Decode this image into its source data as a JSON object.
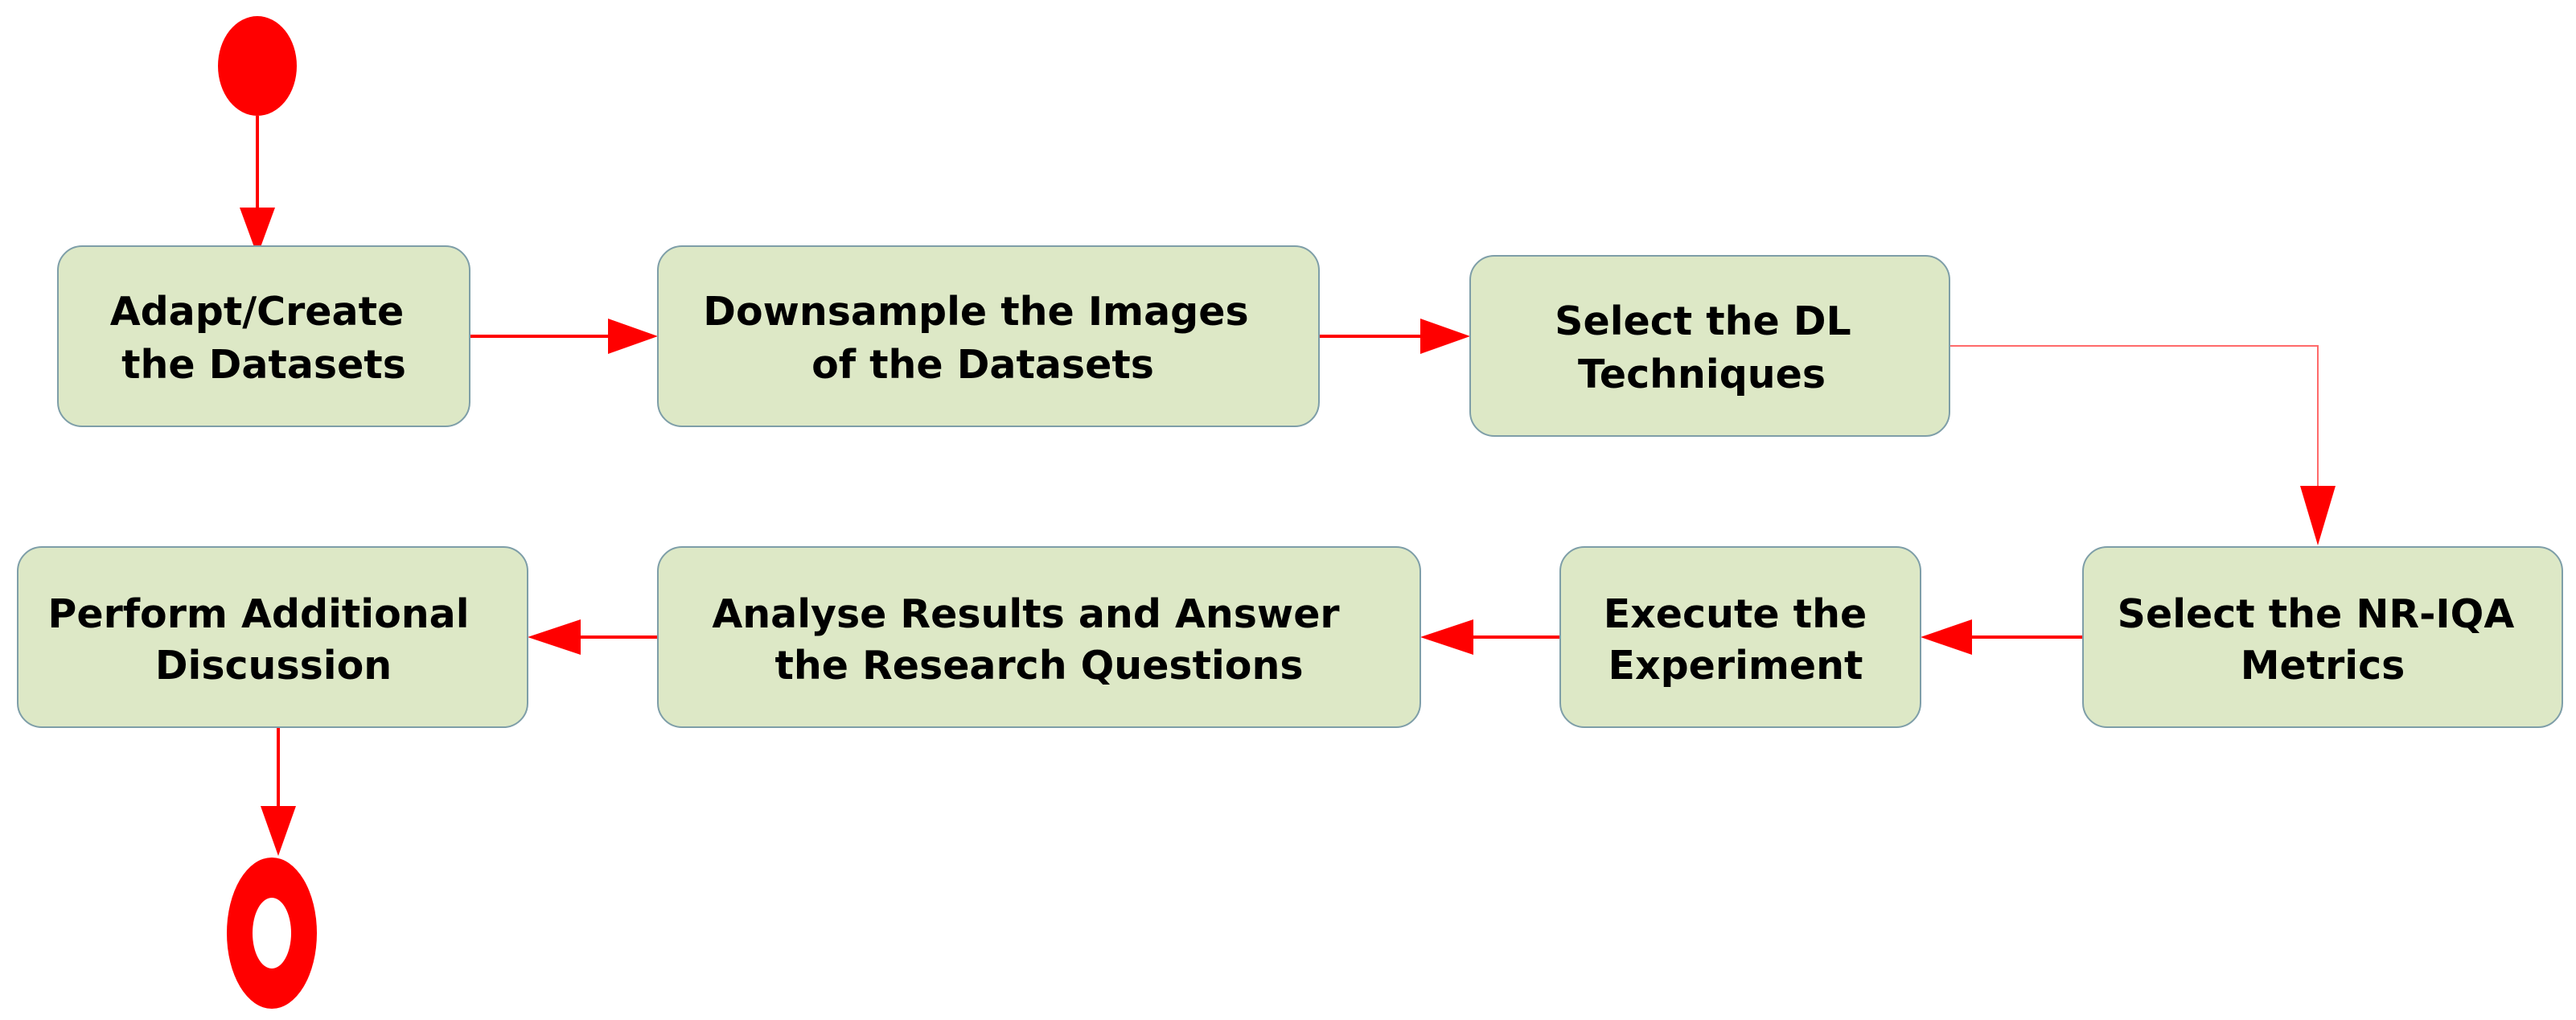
{
  "diagram": {
    "type": "activity",
    "colors": {
      "node_fill": "#dde8c6",
      "node_border": "#7e9ea8",
      "edge": "#ff0000",
      "start_node": "#ff0000",
      "end_node": "#ff0000",
      "background": "#ffffff"
    },
    "start": "start-node",
    "end": "end-node",
    "nodes": [
      {
        "id": "adapt",
        "lines": [
          "Adapt/Create",
          "the Datasets"
        ]
      },
      {
        "id": "downsample",
        "lines": [
          "Downsample the Images",
          "of the Datasets"
        ]
      },
      {
        "id": "select-dl",
        "lines": [
          "Select the DL",
          "Techniques"
        ]
      },
      {
        "id": "select-metrics",
        "lines": [
          "Select the NR-IQA",
          "Metrics"
        ]
      },
      {
        "id": "execute",
        "lines": [
          "Execute the",
          "Experiment"
        ]
      },
      {
        "id": "analyse",
        "lines": [
          "Analyse Results and Answer",
          "the Research Questions"
        ]
      },
      {
        "id": "perform",
        "lines": [
          "Perform Additional",
          "Discussion"
        ]
      }
    ],
    "edges": [
      {
        "from": "start-node",
        "to": "adapt"
      },
      {
        "from": "adapt",
        "to": "downsample"
      },
      {
        "from": "downsample",
        "to": "select-dl"
      },
      {
        "from": "select-dl",
        "to": "select-metrics"
      },
      {
        "from": "select-metrics",
        "to": "execute"
      },
      {
        "from": "execute",
        "to": "analyse"
      },
      {
        "from": "analyse",
        "to": "perform"
      },
      {
        "from": "perform",
        "to": "end-node"
      }
    ]
  }
}
